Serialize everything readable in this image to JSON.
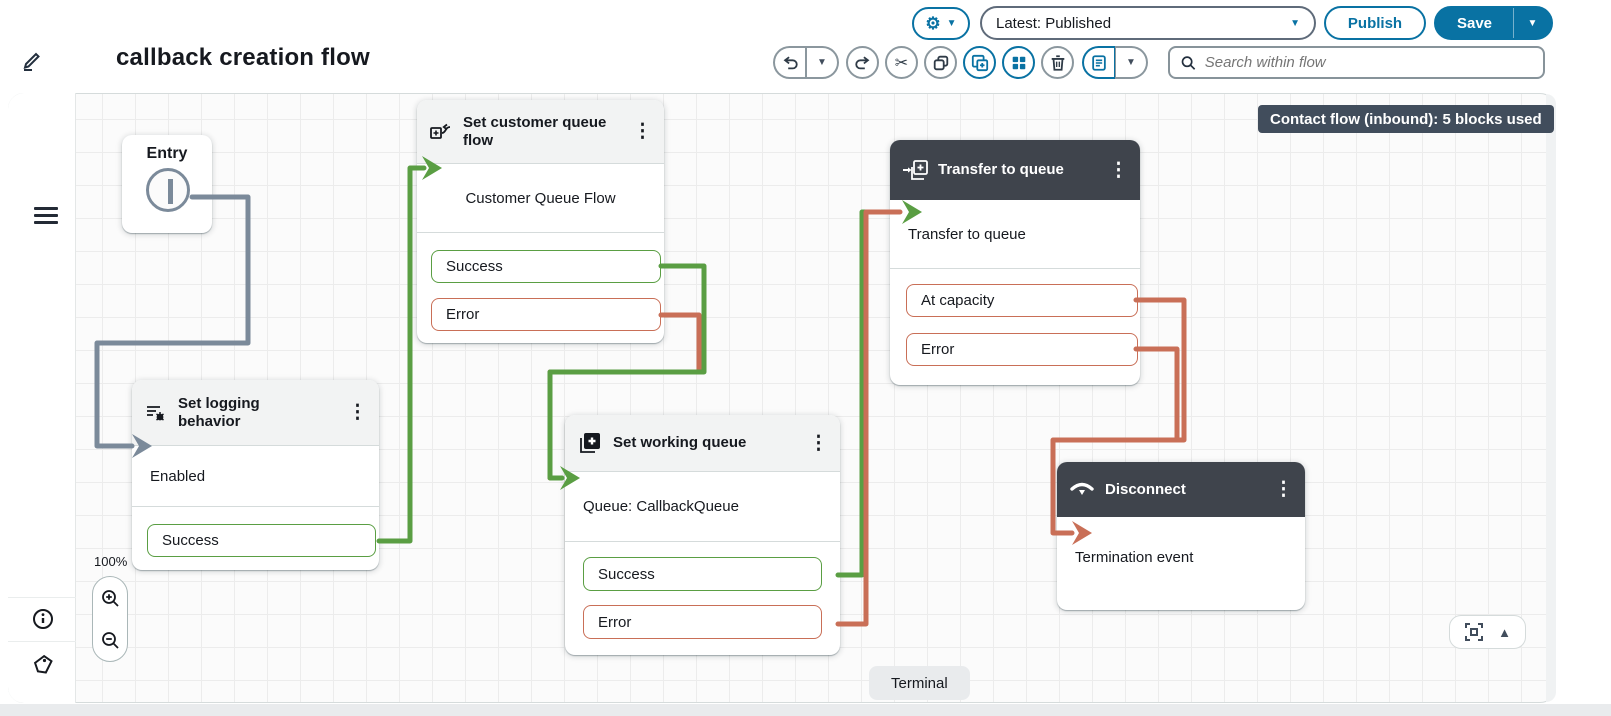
{
  "colors": {
    "accent_blue": "#0972a3",
    "success_green": "#5a9e43",
    "error_red": "#c96f57",
    "neutral_gray": "#7b8a9a",
    "dark_header": "#3f444c",
    "badge_bg": "#414d5c"
  },
  "top_bar": {
    "settings_button": {
      "icon": "gear-icon",
      "caret": "caret-down-icon"
    },
    "version_selector": {
      "value": "Latest: Published"
    },
    "publish_button": {
      "label": "Publish"
    },
    "save_button": {
      "label": "Save"
    }
  },
  "title_bar": {
    "edit_icon": "pencil-icon",
    "title": "callback creation flow"
  },
  "toolbar": {
    "buttons": [
      {
        "name": "undo",
        "icon": "undo-icon"
      },
      {
        "name": "undo-menu",
        "icon": "caret-down-icon"
      },
      {
        "name": "redo",
        "icon": "redo-icon"
      },
      {
        "name": "cut",
        "icon": "scissors-icon"
      },
      {
        "name": "copy",
        "icon": "copy-icon"
      },
      {
        "name": "paste-block",
        "icon": "paste-add-icon"
      },
      {
        "name": "blocks-library",
        "icon": "grid-icon"
      },
      {
        "name": "delete",
        "icon": "trash-icon"
      },
      {
        "name": "annotations",
        "icon": "note-icon"
      },
      {
        "name": "annotations-menu",
        "icon": "caret-down-icon"
      }
    ],
    "search": {
      "placeholder": "Search within flow",
      "icon": "search-icon"
    }
  },
  "canvas": {
    "badge": "Contact flow (inbound): 5 blocks used",
    "zoom_level": "100%",
    "terminal_tab": "Terminal",
    "blocks": {
      "entry": {
        "title": "Entry"
      },
      "set_customer_queue_flow": {
        "title": "Set customer queue flow",
        "icon": "customer-queue-flow-icon",
        "detail": "Customer Queue Flow",
        "branches": [
          {
            "label": "Success",
            "type": "success"
          },
          {
            "label": "Error",
            "type": "error"
          }
        ]
      },
      "set_logging_behavior": {
        "title": "Set logging behavior",
        "icon": "logging-behavior-icon",
        "detail": "Enabled",
        "branches": [
          {
            "label": "Success",
            "type": "success"
          }
        ]
      },
      "set_working_queue": {
        "title": "Set working queue",
        "icon": "working-queue-icon",
        "detail": "Queue: CallbackQueue",
        "branches": [
          {
            "label": "Success",
            "type": "success"
          },
          {
            "label": "Error",
            "type": "error"
          }
        ]
      },
      "transfer_to_queue": {
        "title": "Transfer to queue",
        "icon": "transfer-queue-icon",
        "detail": "Transfer to queue",
        "branches": [
          {
            "label": "At capacity",
            "type": "error"
          },
          {
            "label": "Error",
            "type": "error"
          }
        ]
      },
      "disconnect": {
        "title": "Disconnect",
        "icon": "disconnect-icon",
        "detail": "Termination event",
        "branches": []
      }
    }
  }
}
